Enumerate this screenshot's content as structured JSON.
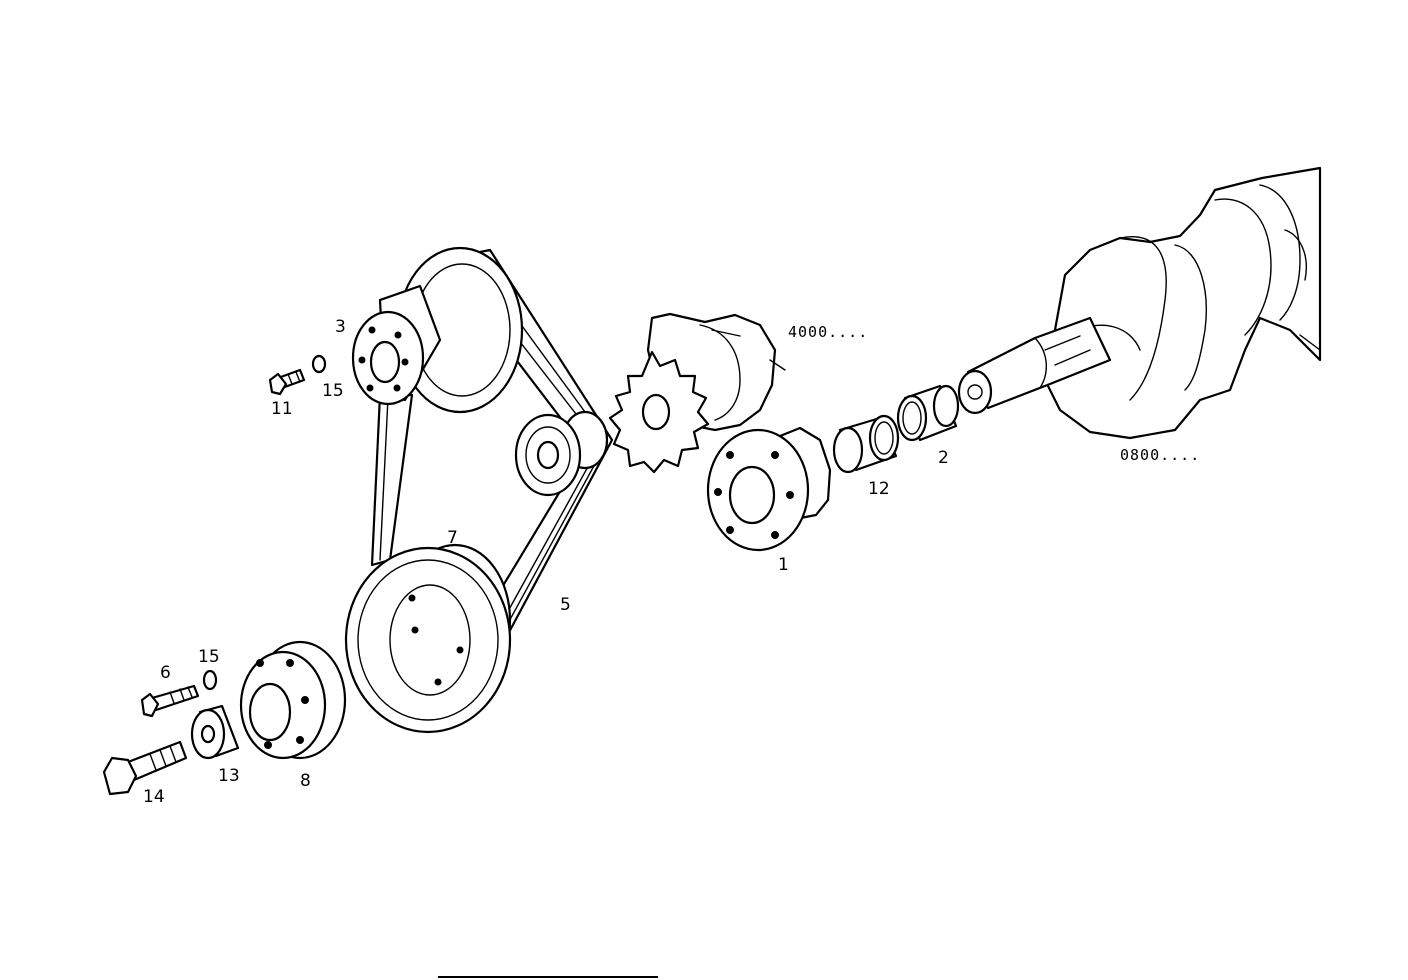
{
  "callouts": {
    "c1": "1",
    "c2": "2",
    "c3": "3",
    "c5": "5",
    "c6": "6",
    "c7": "7",
    "c8": "8",
    "c11": "11",
    "c12": "12",
    "c13": "13",
    "c14": "14",
    "c15a": "15",
    "c15b": "15"
  },
  "references": {
    "engine_block": "4000....",
    "crankshaft": "0800...."
  }
}
